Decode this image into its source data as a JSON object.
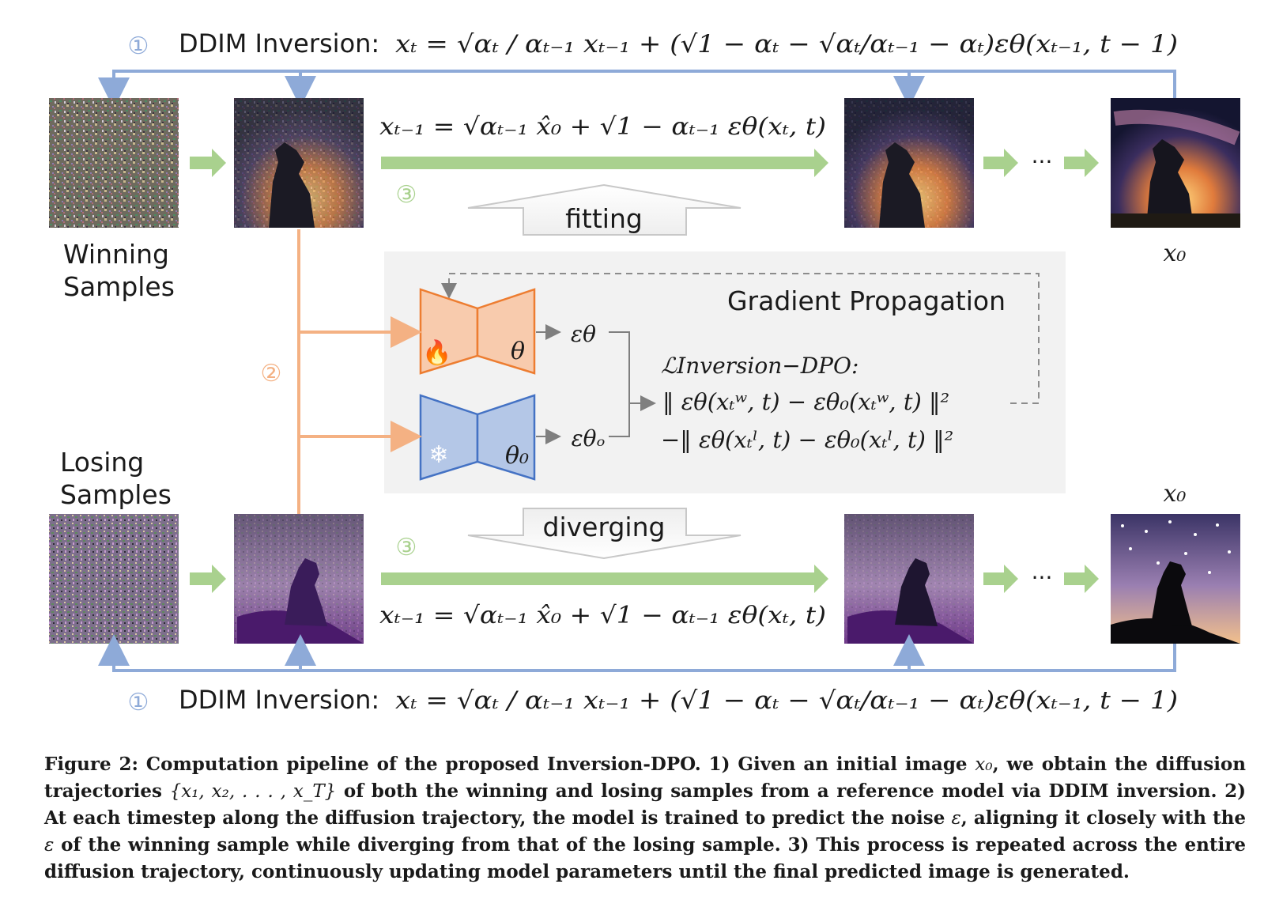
{
  "figure": {
    "top_step_number": "①",
    "ddim_label": "DDIM Inversion:",
    "ddim_formula": "xₜ = √αₜ / αₜ₋₁ xₜ₋₁ + (√1 − αₜ − √αₜ/αₜ₋₁ − αₜ)εθ(xₜ₋₁, t − 1)",
    "denoise_formula": "xₜ₋₁ = √αₜ₋₁ x̂₀ + √1 − αₜ₋₁ εθ(xₜ, t)",
    "step2_number": "②",
    "step3_number": "③",
    "winning_label_line1": "Winning",
    "winning_label_line2": "Samples",
    "losing_label_line1": "Losing",
    "losing_label_line2": "Samples",
    "x0_label": "x₀",
    "ellipsis": "···",
    "fitting_label": "fitting",
    "diverging_label": "diverging",
    "gradient_title": "Gradient Propagation",
    "theta_label": "θ",
    "theta0_label": "θ₀",
    "eps_theta_label": "εθ",
    "eps_theta0_label": "εθₒ",
    "loss_title": "ℒInversion−DPO:",
    "loss_line1": "‖ εθ(xₜʷ, t) − εθ₀(xₜʷ, t) ‖²",
    "loss_line2": "−‖ εθ(xₜˡ, t) − εθ₀(xₜˡ, t) ‖²",
    "colors": {
      "blue_line": "#8eaad8",
      "green_arrow": "#a9d18e",
      "orange": "#f4b183",
      "trainable_fill": "#f8cbad",
      "trainable_stroke": "#ed7d31",
      "frozen_fill": "#b4c7e7",
      "frozen_stroke": "#4472c4",
      "panel": "#f2f2f2"
    }
  },
  "caption": {
    "prefix": "Figure 2: Computation pipeline of the proposed Inversion-DPO. 1) Given an initial image ",
    "x0": "x₀",
    "part2": ", we obtain the diffusion trajectories ",
    "set": "{x₁, x₂, . . . , x_T}",
    "part3": " of both the winning and losing samples from a reference model via DDIM inversion. 2) At each timestep along the diffusion trajectory, the model is trained to predict the noise ",
    "eps1": "ε",
    "part4": ", aligning it closely with the ",
    "eps2": "ε",
    "part5": " of the winning sample while diverging from that of the losing sample. 3) This process is repeated across the entire diffusion trajectory, continuously updating model parameters until the final predicted image is generated."
  }
}
